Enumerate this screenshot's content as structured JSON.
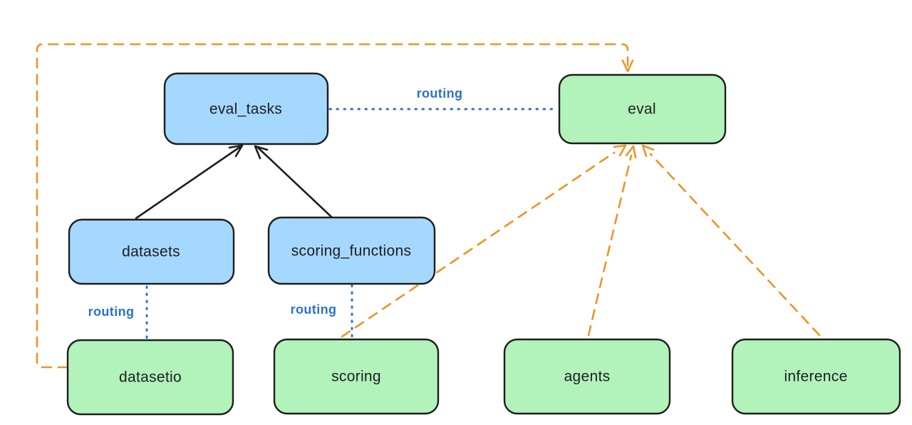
{
  "diagram": {
    "type": "architecture-diagram",
    "style": "hand-drawn",
    "colors": {
      "blue-fill": "#a5d8ff",
      "green-fill": "#b2f2bb",
      "stroke": "#1e1e1e",
      "routing-blue": "#2b72c8",
      "orange": "#ec9428",
      "background": "#ffffff"
    },
    "nodes": [
      {
        "id": "eval_tasks",
        "label": "eval_tasks",
        "fill": "blue"
      },
      {
        "id": "eval",
        "label": "eval",
        "fill": "green"
      },
      {
        "id": "datasets",
        "label": "datasets",
        "fill": "blue"
      },
      {
        "id": "scoring_functions",
        "label": "scoring_functions",
        "fill": "blue"
      },
      {
        "id": "datasetio",
        "label": "datasetio",
        "fill": "green"
      },
      {
        "id": "scoring",
        "label": "scoring",
        "fill": "green"
      },
      {
        "id": "agents",
        "label": "agents",
        "fill": "green"
      },
      {
        "id": "inference",
        "label": "inference",
        "fill": "green"
      }
    ],
    "edges": [
      {
        "from": "datasets",
        "to": "eval_tasks",
        "style": "solid-black-arrow",
        "label": ""
      },
      {
        "from": "scoring_functions",
        "to": "eval_tasks",
        "style": "solid-black-arrow",
        "label": ""
      },
      {
        "from": "eval_tasks",
        "to": "eval",
        "style": "dotted-blue",
        "label": "routing"
      },
      {
        "from": "datasets",
        "to": "datasetio",
        "style": "dotted-blue",
        "label": "routing"
      },
      {
        "from": "scoring_functions",
        "to": "scoring",
        "style": "dotted-blue",
        "label": "routing"
      },
      {
        "from": "datasetio",
        "to": "eval",
        "style": "dashed-orange-arrow",
        "label": ""
      },
      {
        "from": "scoring",
        "to": "eval",
        "style": "dashed-orange-arrow",
        "label": ""
      },
      {
        "from": "agents",
        "to": "eval",
        "style": "dashed-orange-arrow",
        "label": ""
      },
      {
        "from": "inference",
        "to": "eval",
        "style": "dashed-orange-arrow",
        "label": ""
      }
    ]
  }
}
